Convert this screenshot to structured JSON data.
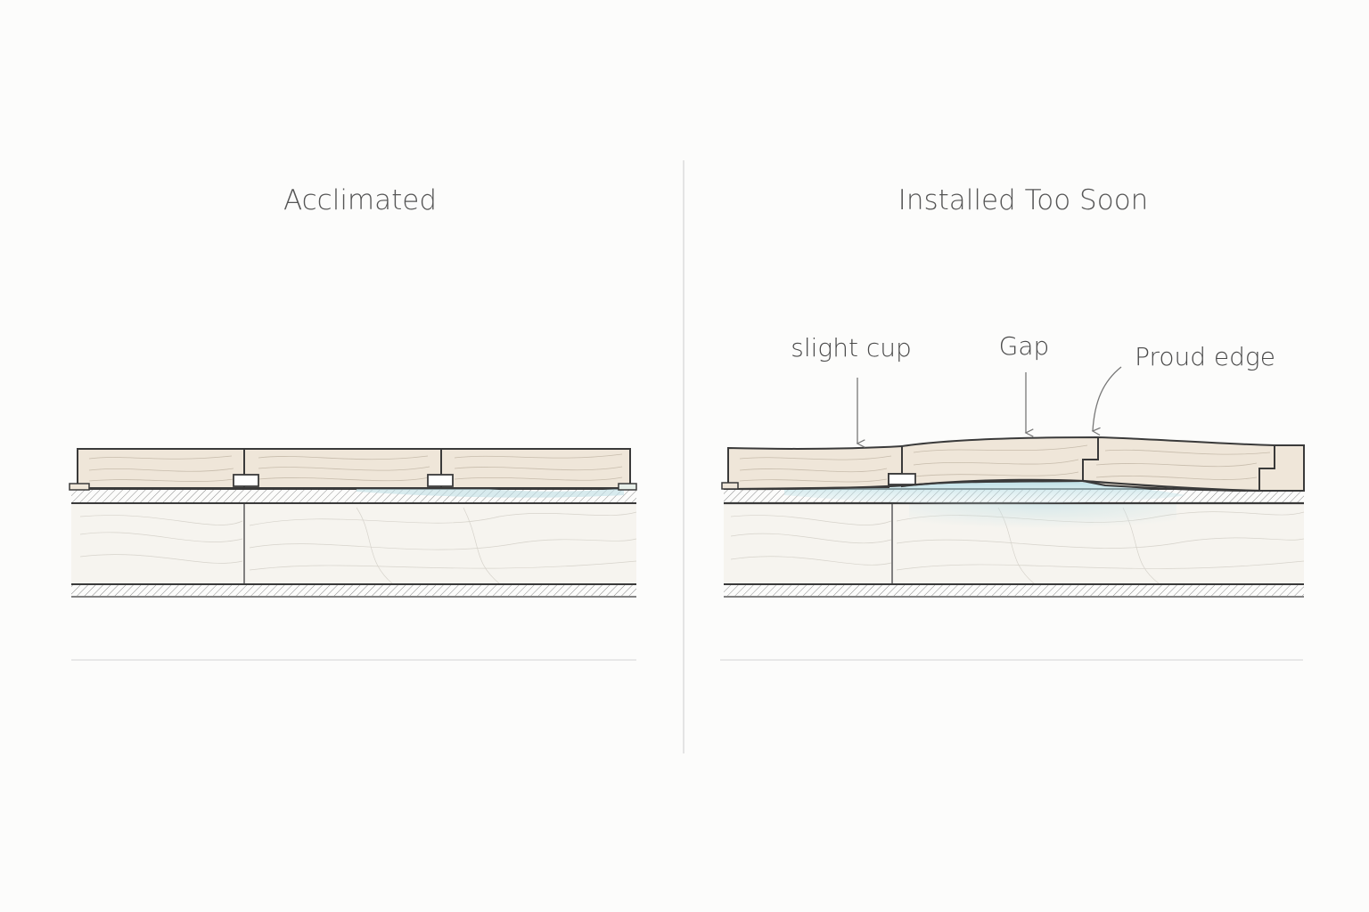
{
  "panels": {
    "left": {
      "title": "Acclimated"
    },
    "right": {
      "title": "Installed Too Soon",
      "annotations": {
        "cup": "slight cup",
        "gap": "Gap",
        "proud": "Proud edge"
      }
    }
  },
  "colors": {
    "plank": "#efe6d9",
    "subfloor": "#f6f4ef",
    "moisture": "#bfe0e6",
    "line": "#3a3a3a",
    "divider": "#d8d8d8"
  }
}
